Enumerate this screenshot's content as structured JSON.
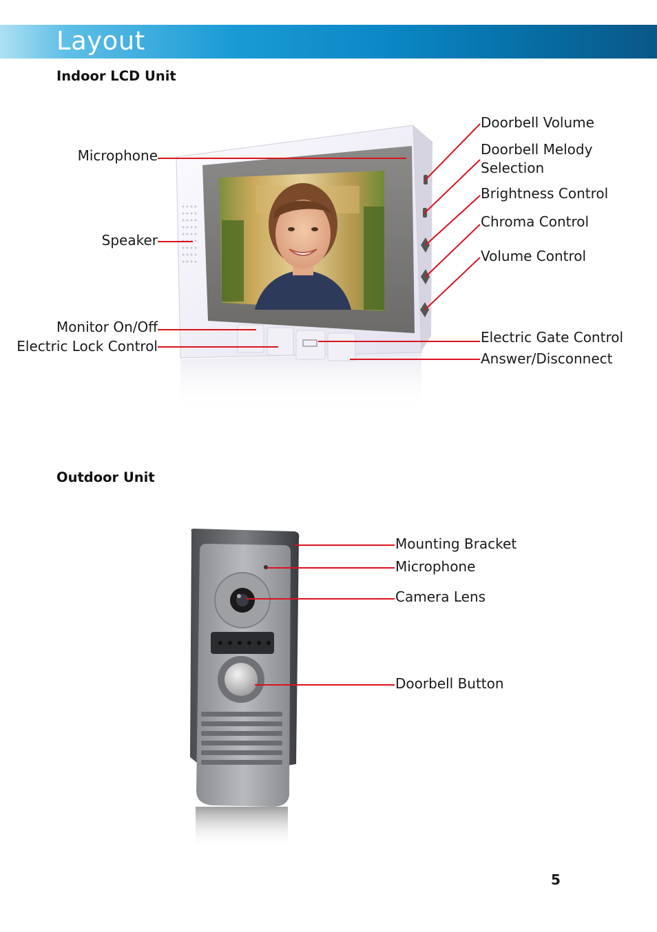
{
  "header": {
    "title": "Layout"
  },
  "indoor": {
    "section_title": "Indoor LCD Unit",
    "left_labels": {
      "microphone": "Microphone",
      "speaker": "Speaker",
      "monitor_on_off": "Monitor On/Off",
      "electric_lock_control": "Electric Lock Control"
    },
    "right_labels": {
      "doorbell_volume": "Doorbell Volume",
      "doorbell_melody_line1": "Doorbell Melody",
      "doorbell_melody_line2": "Selection",
      "brightness_control": "Brightness Control",
      "chroma_control": "Chroma Control",
      "volume_control": "Volume Control",
      "electric_gate_control": "Electric Gate Control",
      "answer_disconnect": "Answer/Disconnect"
    }
  },
  "outdoor": {
    "section_title": "Outdoor Unit",
    "labels": {
      "mounting_bracket": "Mounting Bracket",
      "microphone": "Microphone",
      "camera_lens": "Camera Lens",
      "doorbell_button": "Doorbell Button"
    }
  },
  "colors": {
    "callout_line": "#d9131e",
    "banner_start": "#aee0f3",
    "banner_end": "#0a5787"
  },
  "page_number": "5"
}
